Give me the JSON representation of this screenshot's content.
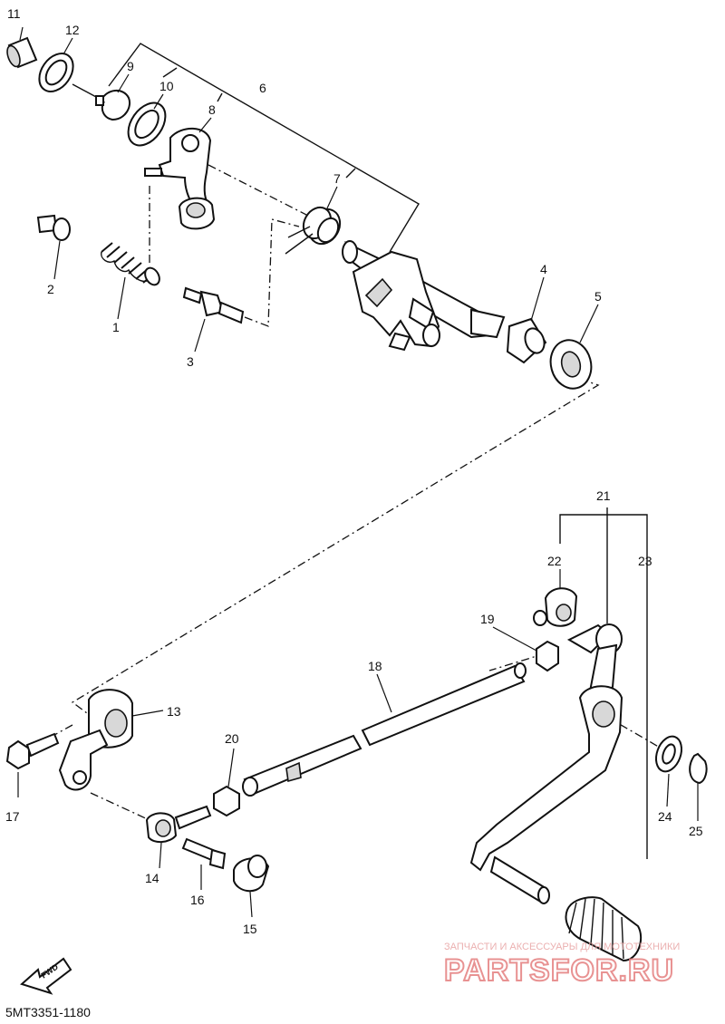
{
  "callouts": [
    "1",
    "2",
    "3",
    "4",
    "5",
    "6",
    "7",
    "8",
    "9",
    "10",
    "11",
    "12",
    "13",
    "14",
    "15",
    "16",
    "17",
    "18",
    "19",
    "20",
    "21",
    "22",
    "23",
    "24",
    "25"
  ],
  "fwd_label": "FWD",
  "diagram_code": "5MT3351-1180",
  "watermark": {
    "tagline": "ЗАПЧАСТИ И АКСЕССУАРЫ ДЛЯ МОТОТЕХНИКИ",
    "brand": "PARTSFOR.RU"
  },
  "colors": {
    "line": "#111111",
    "watermark": "#e57f7f"
  }
}
